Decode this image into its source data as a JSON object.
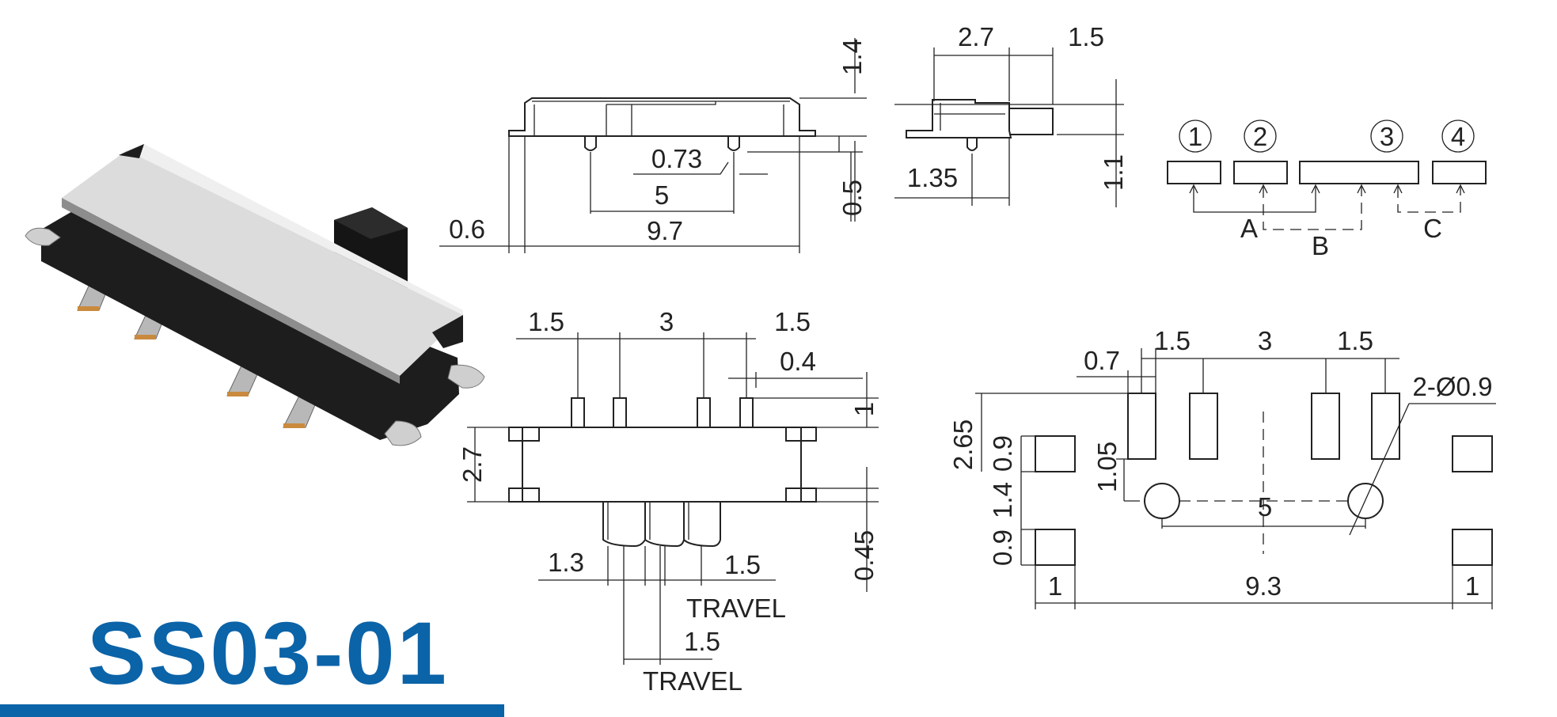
{
  "product": {
    "model": "SS03-01",
    "brand_color": "#0b63a8"
  },
  "side_view": {
    "dims": [
      "1.4",
      "0.73",
      "5",
      "0.5",
      "0.6",
      "9.7"
    ]
  },
  "end_view": {
    "dims": [
      "2.7",
      "1.5",
      "1.35",
      "1.1"
    ]
  },
  "circuit": {
    "pins": [
      "1",
      "2",
      "3",
      "4"
    ],
    "groups": [
      "A",
      "B",
      "C"
    ]
  },
  "top_view": {
    "dims": [
      "1.5",
      "3",
      "1.5",
      "0.4",
      "1",
      "2.7",
      "0.45",
      "1.3",
      "1.5",
      "1.5"
    ],
    "travel_label_1": "TRAVEL",
    "travel_label_2": "TRAVEL"
  },
  "pcb_layout": {
    "dims": [
      "0.7",
      "1.5",
      "3",
      "1.5",
      "2-Ø0.9",
      "2.65",
      "0.9",
      "1.05",
      "1.4",
      "0.9",
      "5",
      "1",
      "9.3",
      "1"
    ]
  }
}
